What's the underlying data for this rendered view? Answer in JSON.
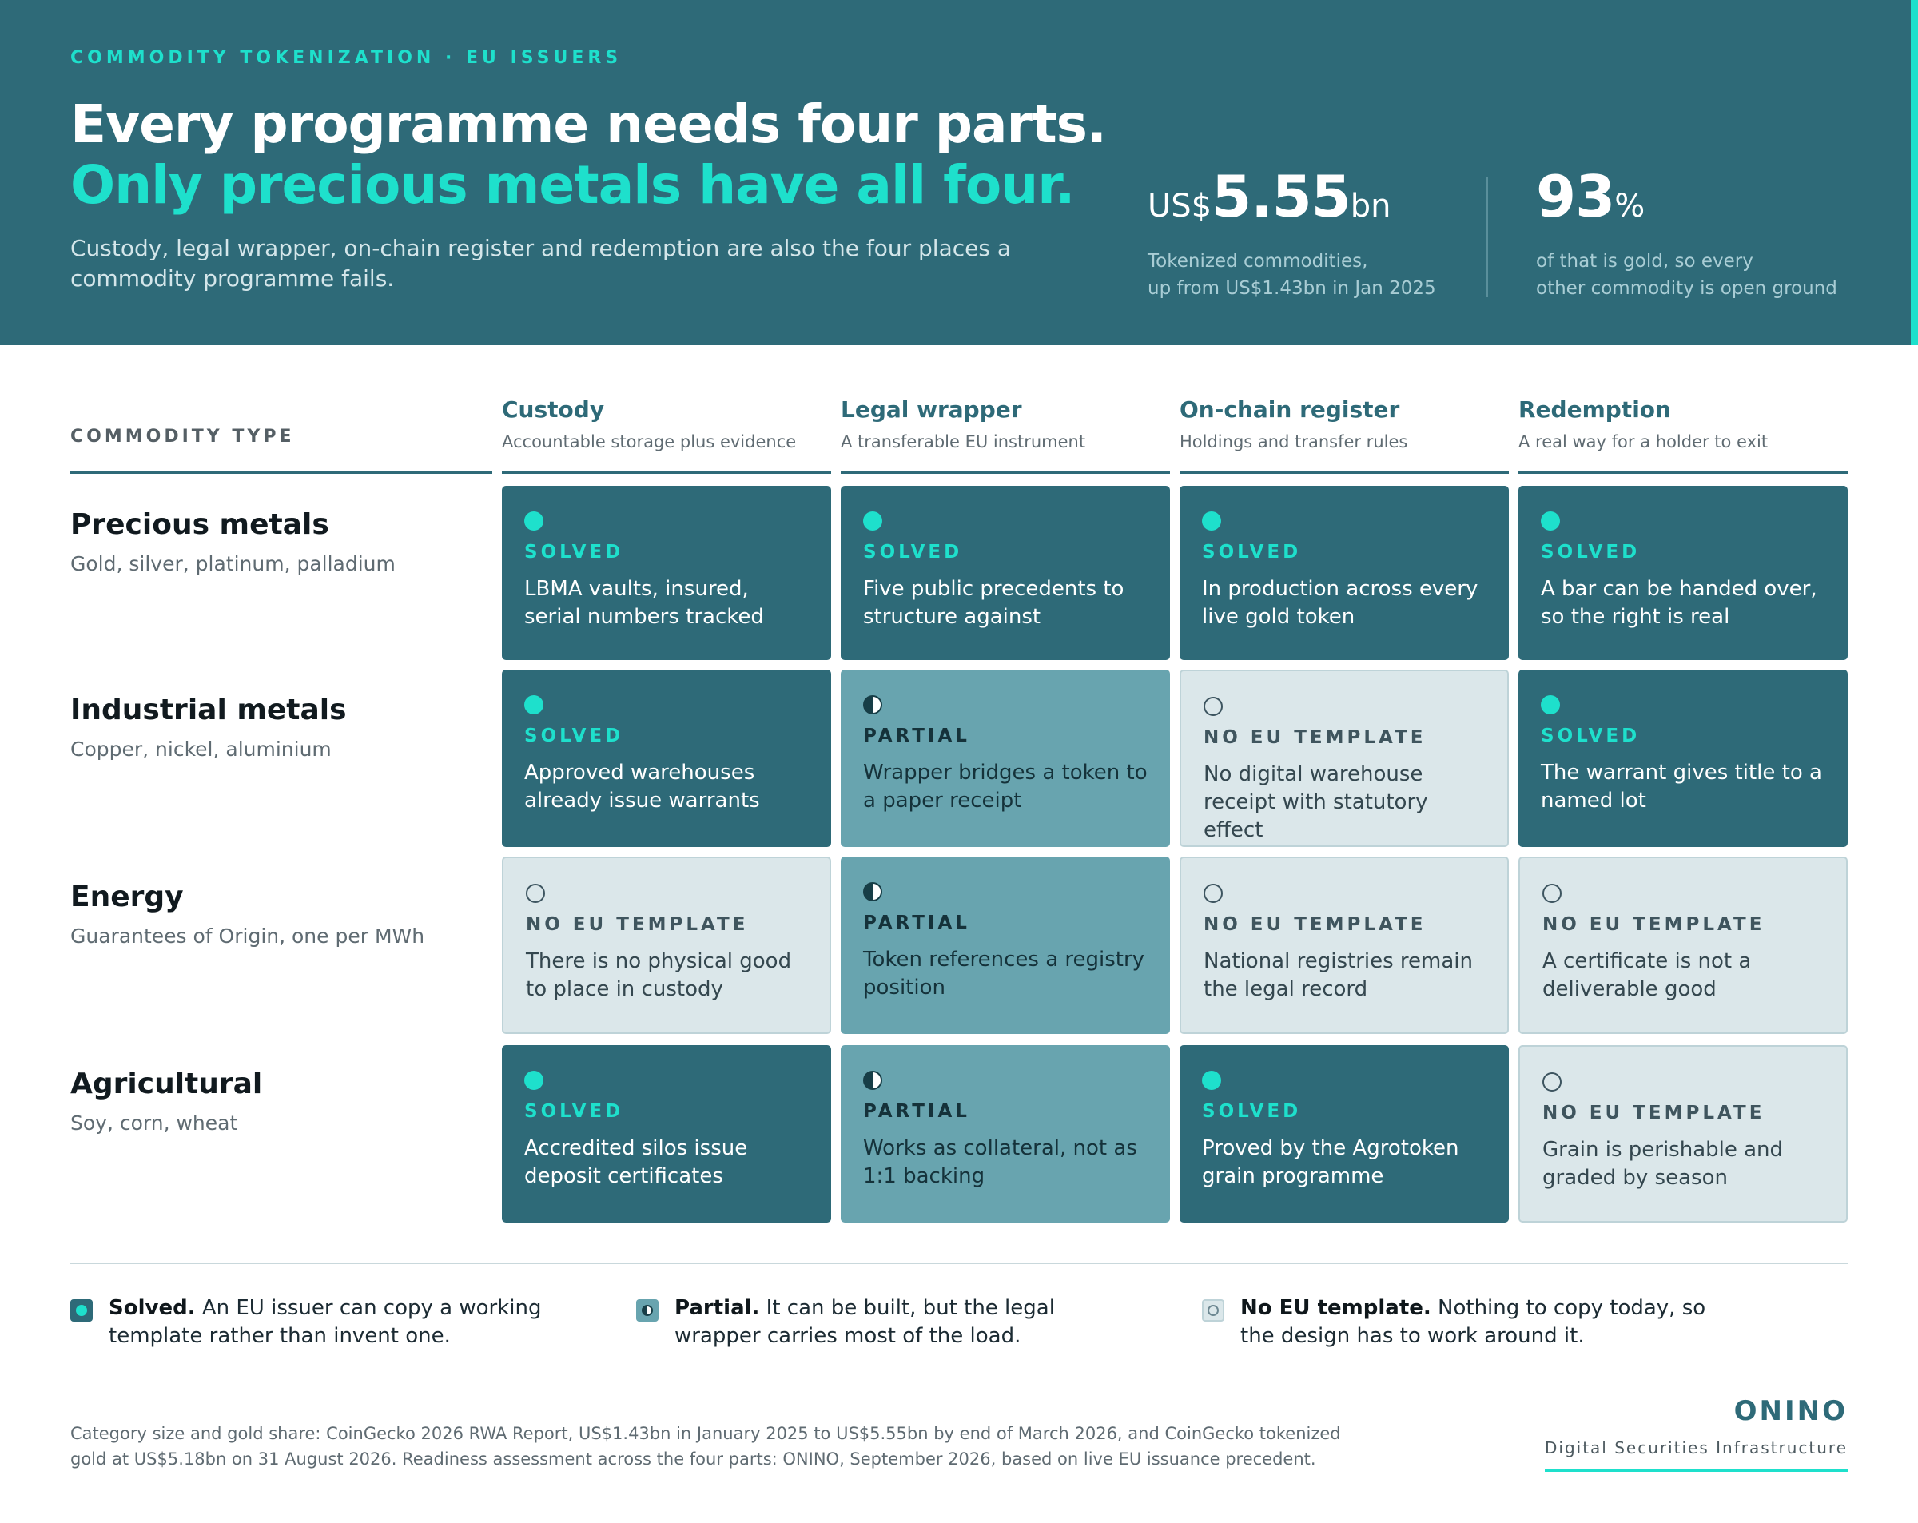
{
  "header": {
    "eyebrow": "COMMODITY TOKENIZATION · EU ISSUERS",
    "headline_line1": "Every programme needs four parts.",
    "headline_line2": "Only precious metals have all four.",
    "subhead": "Custody, legal wrapper, on-chain register and redemption are also the four places a commodity programme fails.",
    "stats": [
      {
        "prefix": "US$",
        "value": "5.55",
        "suffix": "bn",
        "caption_line1": "Tokenized commodities,",
        "caption_line2": "up from US$1.43bn in Jan 2025"
      },
      {
        "prefix": "",
        "value": "93",
        "suffix": "%",
        "caption_line1": "of that is gold, so every",
        "caption_line2": "other commodity is open ground"
      }
    ]
  },
  "table": {
    "row_header_label": "COMMODITY TYPE",
    "columns": [
      {
        "title": "Custody",
        "subtitle": "Accountable storage plus evidence"
      },
      {
        "title": "Legal wrapper",
        "subtitle": "A transferable EU instrument"
      },
      {
        "title": "On-chain register",
        "subtitle": "Holdings and transfer rules"
      },
      {
        "title": "Redemption",
        "subtitle": "A real way for a holder to exit"
      }
    ],
    "rows": [
      {
        "name": "Precious metals",
        "desc": "Gold, silver, platinum, palladium",
        "cells": [
          {
            "state": "solved",
            "status": "SOLVED",
            "text": "LBMA vaults, insured, serial numbers tracked"
          },
          {
            "state": "solved",
            "status": "SOLVED",
            "text": "Five public precedents to structure against"
          },
          {
            "state": "solved",
            "status": "SOLVED",
            "text": "In production across every live gold token"
          },
          {
            "state": "solved",
            "status": "SOLVED",
            "text": "A bar can be handed over, so the right is real"
          }
        ]
      },
      {
        "name": "Industrial metals",
        "desc": "Copper, nickel, aluminium",
        "cells": [
          {
            "state": "solved",
            "status": "SOLVED",
            "text": "Approved warehouses already issue warrants"
          },
          {
            "state": "partial",
            "status": "PARTIAL",
            "text": "Wrapper bridges a token to a paper receipt"
          },
          {
            "state": "none",
            "status": "NO EU TEMPLATE",
            "text": "No digital warehouse receipt with statutory effect"
          },
          {
            "state": "solved",
            "status": "SOLVED",
            "text": "The warrant gives title to a named lot"
          }
        ]
      },
      {
        "name": "Energy",
        "desc": "Guarantees of Origin, one per MWh",
        "cells": [
          {
            "state": "none",
            "status": "NO EU TEMPLATE",
            "text": "There is no physical good to place in custody"
          },
          {
            "state": "partial",
            "status": "PARTIAL",
            "text": "Token references a registry position"
          },
          {
            "state": "none",
            "status": "NO EU TEMPLATE",
            "text": "National registries remain the legal record"
          },
          {
            "state": "none",
            "status": "NO EU TEMPLATE",
            "text": "A certificate is not a deliverable good"
          }
        ]
      },
      {
        "name": "Agricultural",
        "desc": "Soy, corn, wheat",
        "cells": [
          {
            "state": "solved",
            "status": "SOLVED",
            "text": "Accredited silos issue deposit certificates"
          },
          {
            "state": "partial",
            "status": "PARTIAL",
            "text": "Works as collateral, not as 1:1 backing"
          },
          {
            "state": "solved",
            "status": "SOLVED",
            "text": "Proved by the Agrotoken grain programme"
          },
          {
            "state": "none",
            "status": "NO EU TEMPLATE",
            "text": "Grain is perishable and graded by season"
          }
        ]
      }
    ]
  },
  "legend": [
    {
      "state": "solved",
      "title": "Solved.",
      "text": " An EU issuer can copy a working template rather than invent one."
    },
    {
      "state": "partial",
      "title": "Partial.",
      "text": " It can be built, but the legal wrapper carries most of the load."
    },
    {
      "state": "none",
      "title": "No EU template.",
      "text": " Nothing to copy today, so the design has to work around it."
    }
  ],
  "footer": {
    "source": "Category size and gold share: CoinGecko 2026 RWA Report, US$1.43bn in January 2025 to US$5.55bn by end of March 2026, and CoinGecko tokenized gold at US$5.18bn on 31 August 2026. Readiness assessment across the four parts: ONINO, September 2026, based on live EU issuance precedent.",
    "brand_name": "ONINO",
    "brand_tagline": "Digital Securities Infrastructure"
  },
  "colors": {
    "header_bg": "#2e6a78",
    "accent": "#1ee0cc",
    "solved": "#2e6a78",
    "partial": "#68a4af",
    "none": "#dbe7ea"
  }
}
